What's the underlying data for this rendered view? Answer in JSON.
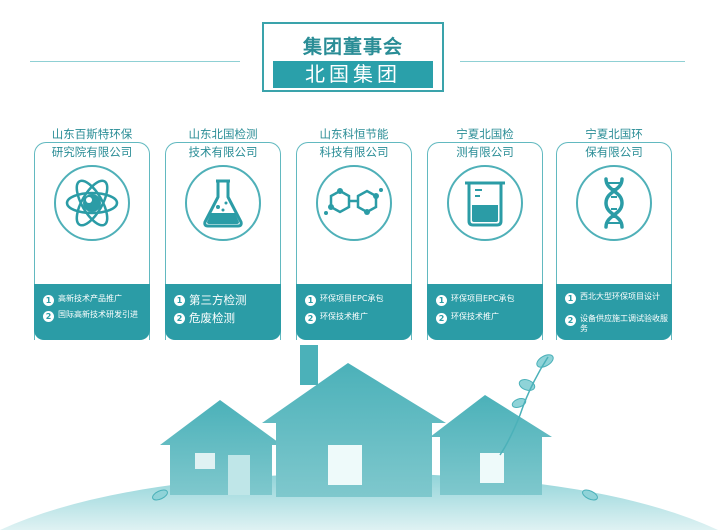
{
  "header": {
    "group_board": "集团董事会",
    "group_name": "北国集团"
  },
  "companies": [
    {
      "name_line1": "山东百斯特环保",
      "name_line2": "研究院有限公司",
      "icon": "atom-icon",
      "items": [
        {
          "num": "1",
          "text": "高新技术产品推广"
        },
        {
          "num": "2",
          "text": "国际高新技术研发引进"
        }
      ]
    },
    {
      "name_line1": "山东北国检测",
      "name_line2": "技术有限公司",
      "icon": "flask-icon",
      "items": [
        {
          "num": "1",
          "text": "第三方检测"
        },
        {
          "num": "2",
          "text": "危废检测"
        }
      ]
    },
    {
      "name_line1": "山东科恒节能",
      "name_line2": "科技有限公司",
      "icon": "molecule-icon",
      "items": [
        {
          "num": "1",
          "text": "环保项目EPC承包"
        },
        {
          "num": "2",
          "text": "环保技术推广"
        }
      ]
    },
    {
      "name_line1": "宁夏北国检",
      "name_line2": "测有限公司",
      "icon": "beaker-icon",
      "items": [
        {
          "num": "1",
          "text": "环保项目EPC承包"
        },
        {
          "num": "2",
          "text": "环保技术推广"
        }
      ]
    },
    {
      "name_line1": "宁夏北国环",
      "name_line2": "保有限公司",
      "icon": "dna-icon",
      "items": [
        {
          "num": "1",
          "text": "西北大型环保项目设计"
        },
        {
          "num": "2",
          "text": "设备供应施工调试验收服务"
        }
      ]
    }
  ],
  "colors": {
    "accent": "#2b9ca6",
    "text": "#2a8d96",
    "line": "#8fd0d4"
  }
}
